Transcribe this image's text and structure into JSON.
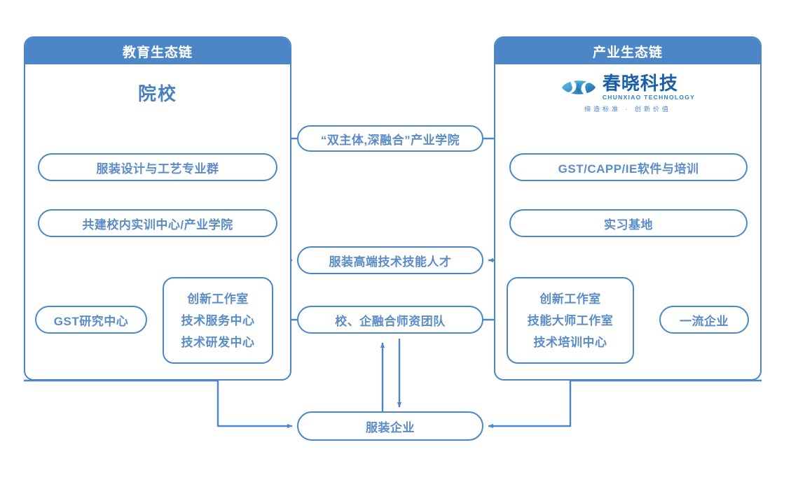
{
  "diagram": {
    "title": "教育-产业生态链合作框图",
    "colors": {
      "header_blue": "#4c86c6",
      "stroke_blue": "#4a86c8",
      "text_blue": "#5b8cc8",
      "title_blue": "#4a7fc1",
      "logo_blue": "#1b5faa",
      "background": "#ffffff"
    }
  },
  "left_panel": {
    "header": "教育生态链",
    "title": "院校",
    "nodes": {
      "major_group": "服装设计与工艺专业群",
      "training_center": "共建校内实训中心/产业学院",
      "gst_research_center": "GST研究中心",
      "studio": {
        "line1": "创新工作室",
        "line2": "技术服务中心",
        "line3": "技术研发中心"
      }
    }
  },
  "right_panel": {
    "header": "产业生态链",
    "logo": {
      "icon": "chunxiao-eye-logo-icon",
      "name_cn": "春晓科技",
      "name_en": "CHUNXIAO TECHNOLOGY",
      "slogan": "缔造标准 · 创新价值"
    },
    "nodes": {
      "software_training": "GST/CAPP/IE软件与培训",
      "internship_base": "实习基地",
      "top_enterprise": "一流企业",
      "studio": {
        "line1": "创新工作室",
        "line2": "技能大师工作室",
        "line3": "技术培训中心"
      }
    }
  },
  "center_nodes": {
    "industry_college": "“双主体,深融合”产业学院",
    "talent": "服装高端技术技能人才",
    "faculty_team": "校、企融合师资团队",
    "apparel_enterprise": "服装企业"
  },
  "connections": [
    {
      "from": "industry_college",
      "to": "major_group",
      "direction": "left-down"
    },
    {
      "from": "major_group",
      "to": "training_center",
      "direction": "down"
    },
    {
      "from": "training_center",
      "to": "talent",
      "direction": "down-right"
    },
    {
      "from": "industry_college",
      "to": "software_training",
      "direction": "right-down"
    },
    {
      "from": "software_training",
      "to": "internship_base",
      "direction": "down"
    },
    {
      "from": "internship_base",
      "to": "talent",
      "direction": "down-left"
    },
    {
      "from": "gst_research_center",
      "to": "left_studio",
      "direction": "right"
    },
    {
      "from": "faculty_team",
      "to": "left_studio",
      "direction": "left"
    },
    {
      "from": "faculty_team",
      "to": "right_studio",
      "direction": "right"
    },
    {
      "from": "top_enterprise",
      "to": "right_studio",
      "direction": "left"
    },
    {
      "from": "left_studio",
      "to": "apparel_enterprise",
      "direction": "down-right"
    },
    {
      "from": "right_studio",
      "to": "apparel_enterprise",
      "direction": "down-left"
    },
    {
      "from": "apparel_enterprise",
      "to": "faculty_team",
      "direction": "up"
    },
    {
      "from": "faculty_team",
      "to": "apparel_enterprise",
      "direction": "down"
    }
  ]
}
